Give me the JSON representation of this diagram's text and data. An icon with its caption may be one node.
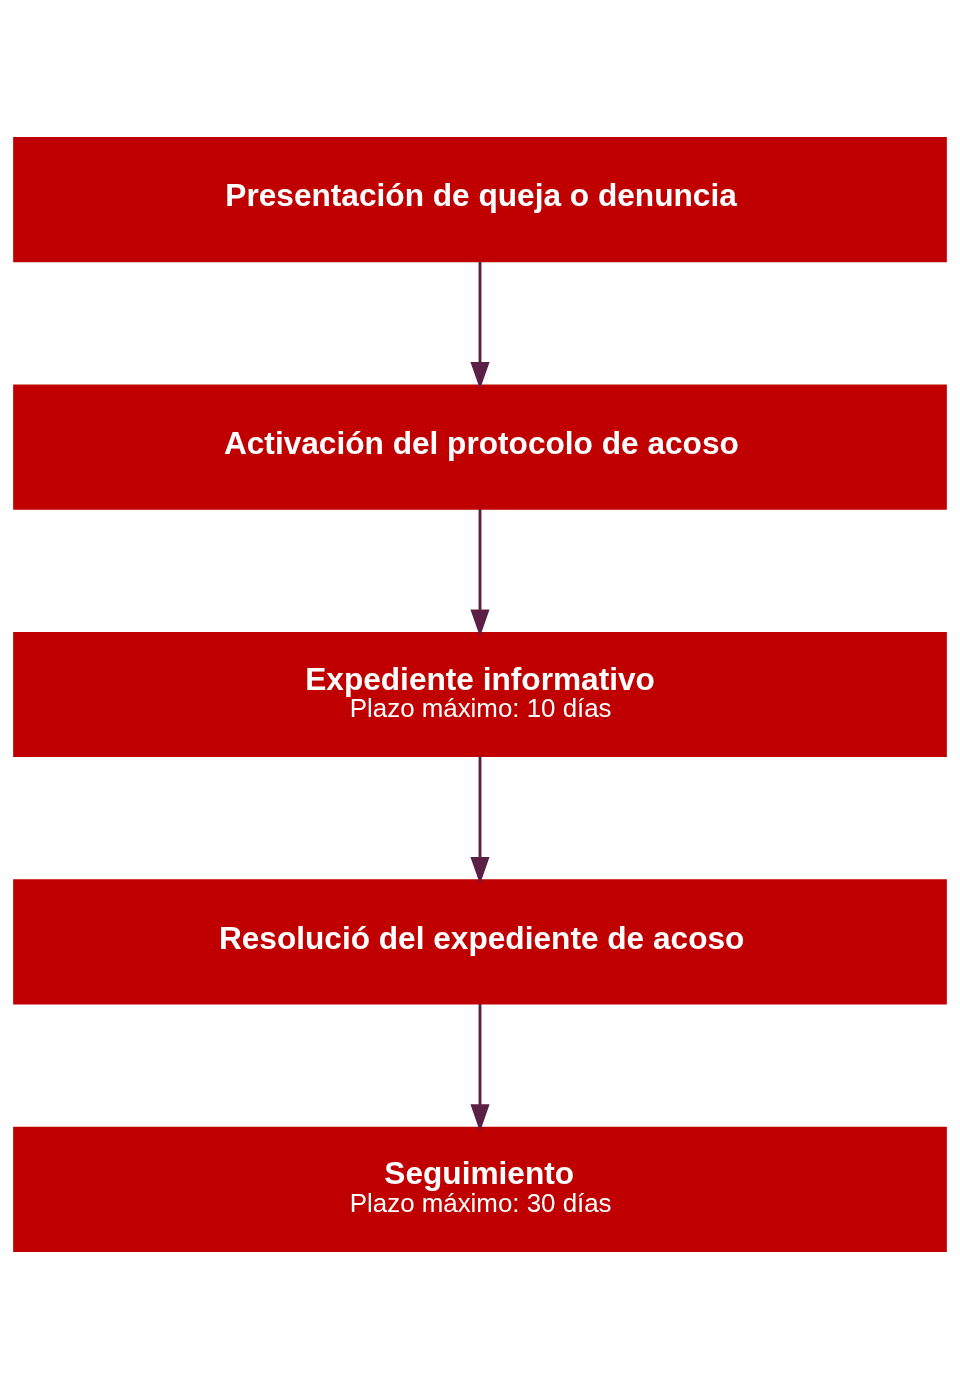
{
  "diagram": {
    "nodes": [
      {
        "text": [
          "Presentación de queja o denuncia"
        ]
      },
      {
        "text": [
          "Activación del protocolo de acoso"
        ]
      },
      {
        "text": [
          "Expediente informativo",
          "Plazo máximo: 10 días"
        ]
      },
      {
        "text": [
          "Resolució del expediente de acoso"
        ]
      },
      {
        "text": [
          "Seguimiento",
          "Plazo máximo: 30 días"
        ]
      }
    ],
    "edges": [
      {
        "from": 0,
        "to": 1,
        "arrow": "to"
      },
      {
        "from": 1,
        "to": 2,
        "arrow": "to"
      },
      {
        "from": 2,
        "to": 3,
        "arrow": "to"
      },
      {
        "from": 3,
        "to": 4,
        "arrow": "to"
      }
    ]
  }
}
